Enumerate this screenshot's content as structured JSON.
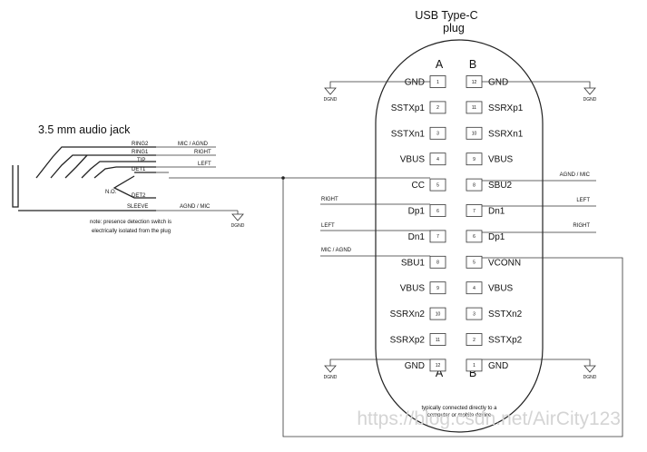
{
  "title_line1": "USB Type-C",
  "title_line2": "plug",
  "row_label_a": "A",
  "row_label_b": "B",
  "jack_title": "3.5 mm audio jack",
  "note_line1": "note:  presence detection switch is",
  "note_line2": "electrically isolated from the plug",
  "bottom_note_line1": "typically connected directly to a",
  "bottom_note_line2": "computer or mobile device",
  "watermark": "https://blog.csdn.net/AirCity123",
  "ground_label": "DGND",
  "jack": {
    "no_label": "N.O.",
    "ground_label": "DGND",
    "pins": [
      {
        "name": "RING2",
        "signal": "MIC / AGND"
      },
      {
        "name": "RING1",
        "signal": "RIGHT"
      },
      {
        "name": "TIP",
        "signal": "LEFT"
      },
      {
        "name": "DET1",
        "signal": ""
      },
      {
        "name": "DET2",
        "signal": ""
      },
      {
        "name": "SLEEVE",
        "signal": "AGND / MIC"
      }
    ]
  },
  "usb_rows": [
    {
      "a_label": "GND",
      "a_pin": "1",
      "b_pin": "12",
      "b_label": "GND"
    },
    {
      "a_label": "SSTXp1",
      "a_pin": "2",
      "b_pin": "11",
      "b_label": "SSRXp1"
    },
    {
      "a_label": "SSTXn1",
      "a_pin": "3",
      "b_pin": "10",
      "b_label": "SSRXn1"
    },
    {
      "a_label": "VBUS",
      "a_pin": "4",
      "b_pin": "9",
      "b_label": "VBUS"
    },
    {
      "a_label": "CC",
      "a_pin": "5",
      "b_pin": "8",
      "b_label": "SBU2"
    },
    {
      "a_label": "Dp1",
      "a_pin": "6",
      "b_pin": "7",
      "b_label": "Dn1"
    },
    {
      "a_label": "Dn1",
      "a_pin": "7",
      "b_pin": "6",
      "b_label": "Dp1"
    },
    {
      "a_label": "SBU1",
      "a_pin": "8",
      "b_pin": "5",
      "b_label": "VCONN"
    },
    {
      "a_label": "VBUS",
      "a_pin": "9",
      "b_pin": "4",
      "b_label": "VBUS"
    },
    {
      "a_label": "SSRXn2",
      "a_pin": "10",
      "b_pin": "3",
      "b_label": "SSTXn2"
    },
    {
      "a_label": "SSRXp2",
      "a_pin": "11",
      "b_pin": "2",
      "b_label": "SSTXp2"
    },
    {
      "a_label": "GND",
      "a_pin": "12",
      "b_pin": "1",
      "b_label": "GND"
    }
  ],
  "side_signals": {
    "right_sbu2": "AGND / MIC",
    "left_dp1": "RIGHT",
    "right_dn1": "LEFT",
    "left_dn1": "LEFT",
    "right_dp1": "RIGHT",
    "left_sbu1": "MIC / AGND"
  }
}
